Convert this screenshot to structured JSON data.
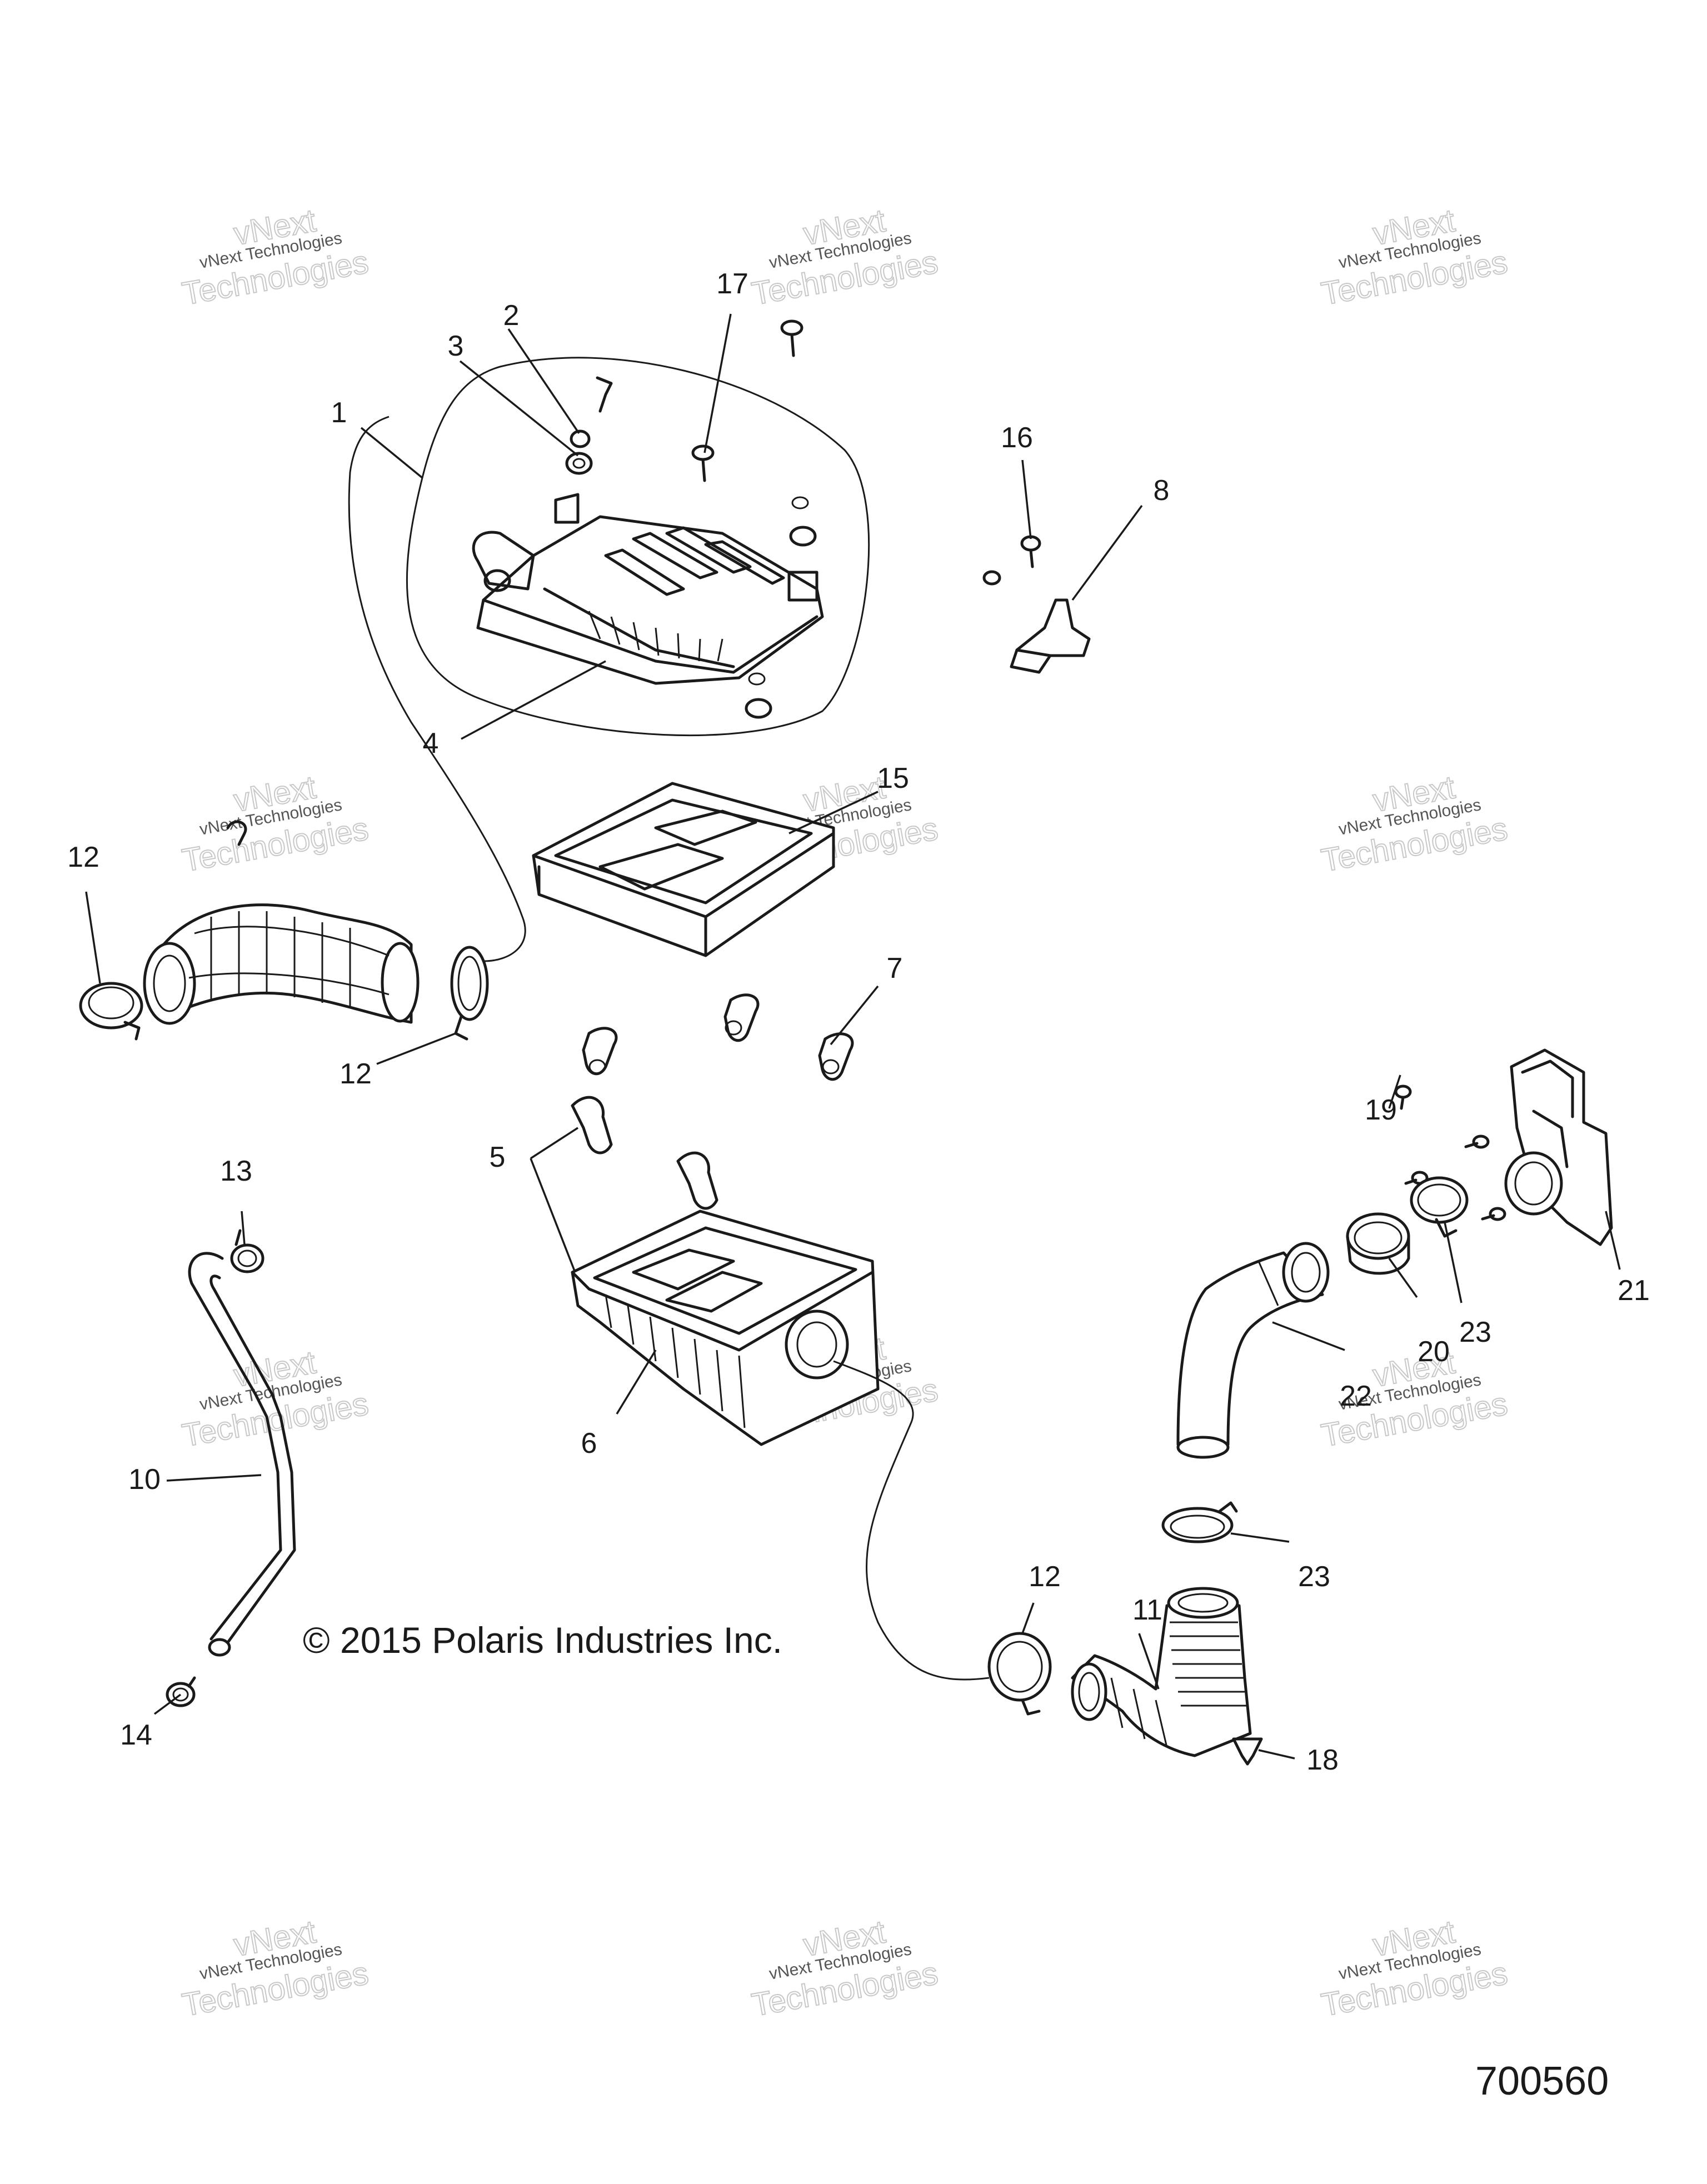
{
  "copyright": "© 2015 Polaris Industries Inc.",
  "diagram_id": "700560",
  "watermark": {
    "line1": "vNext",
    "line2": "vNext Technologies",
    "line3": "Technologies"
  },
  "callouts": {
    "c1": "1",
    "c2": "2",
    "c3": "3",
    "c4": "4",
    "c5": "5",
    "c6": "6",
    "c7": "7",
    "c8": "8",
    "c10": "10",
    "c11": "11",
    "c12a": "12",
    "c12b": "12",
    "c12c": "12",
    "c13": "13",
    "c14": "14",
    "c15": "15",
    "c16": "16",
    "c17": "17",
    "c18": "18",
    "c19": "19",
    "c20": "20",
    "c21": "21",
    "c22": "22",
    "c23a": "23",
    "c23b": "23"
  },
  "colors": {
    "line": "#1a1a1a",
    "watermark": "#c8c8c8",
    "background": "#ffffff"
  }
}
